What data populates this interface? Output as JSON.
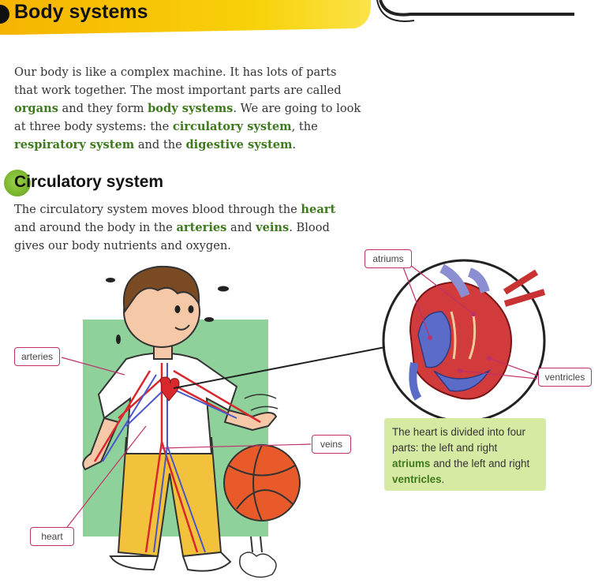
{
  "header": {
    "title": "Body systems"
  },
  "intro": {
    "p1": "Our body is like a complex machine. It has lots of parts that work together. The most important parts are called ",
    "k1": "organs",
    "p2": " and they form ",
    "k2": "body systems",
    "p3": ". We are going to look at three body systems: the ",
    "k3": "circulatory system",
    "p4": ", the ",
    "k4": "respiratory system",
    "p5": " and the ",
    "k5": "digestive system",
    "p6": "."
  },
  "section": {
    "title": "Circulatory system",
    "p1": "The circulatory system moves blood through the ",
    "k1": "heart",
    "p2": " and around the body in the ",
    "k2": "arteries",
    "p3": " and ",
    "k3": "veins",
    "p4": ". Blood gives our body nutrients and oxygen."
  },
  "labels": {
    "arteries": "arteries",
    "veins": "veins",
    "heart": "heart",
    "atriums": "atriums",
    "ventricles": "ventricles"
  },
  "caption": {
    "p1": "The heart is divided into four parts: the left and right ",
    "k1": "atriums",
    "p2": " and the left and right ",
    "k2": "ventricles",
    "p3": "."
  },
  "colors": {
    "accent_green": "#3d7a1d",
    "banner_yellow": "#f7c600",
    "label_border": "#c0306a"
  }
}
